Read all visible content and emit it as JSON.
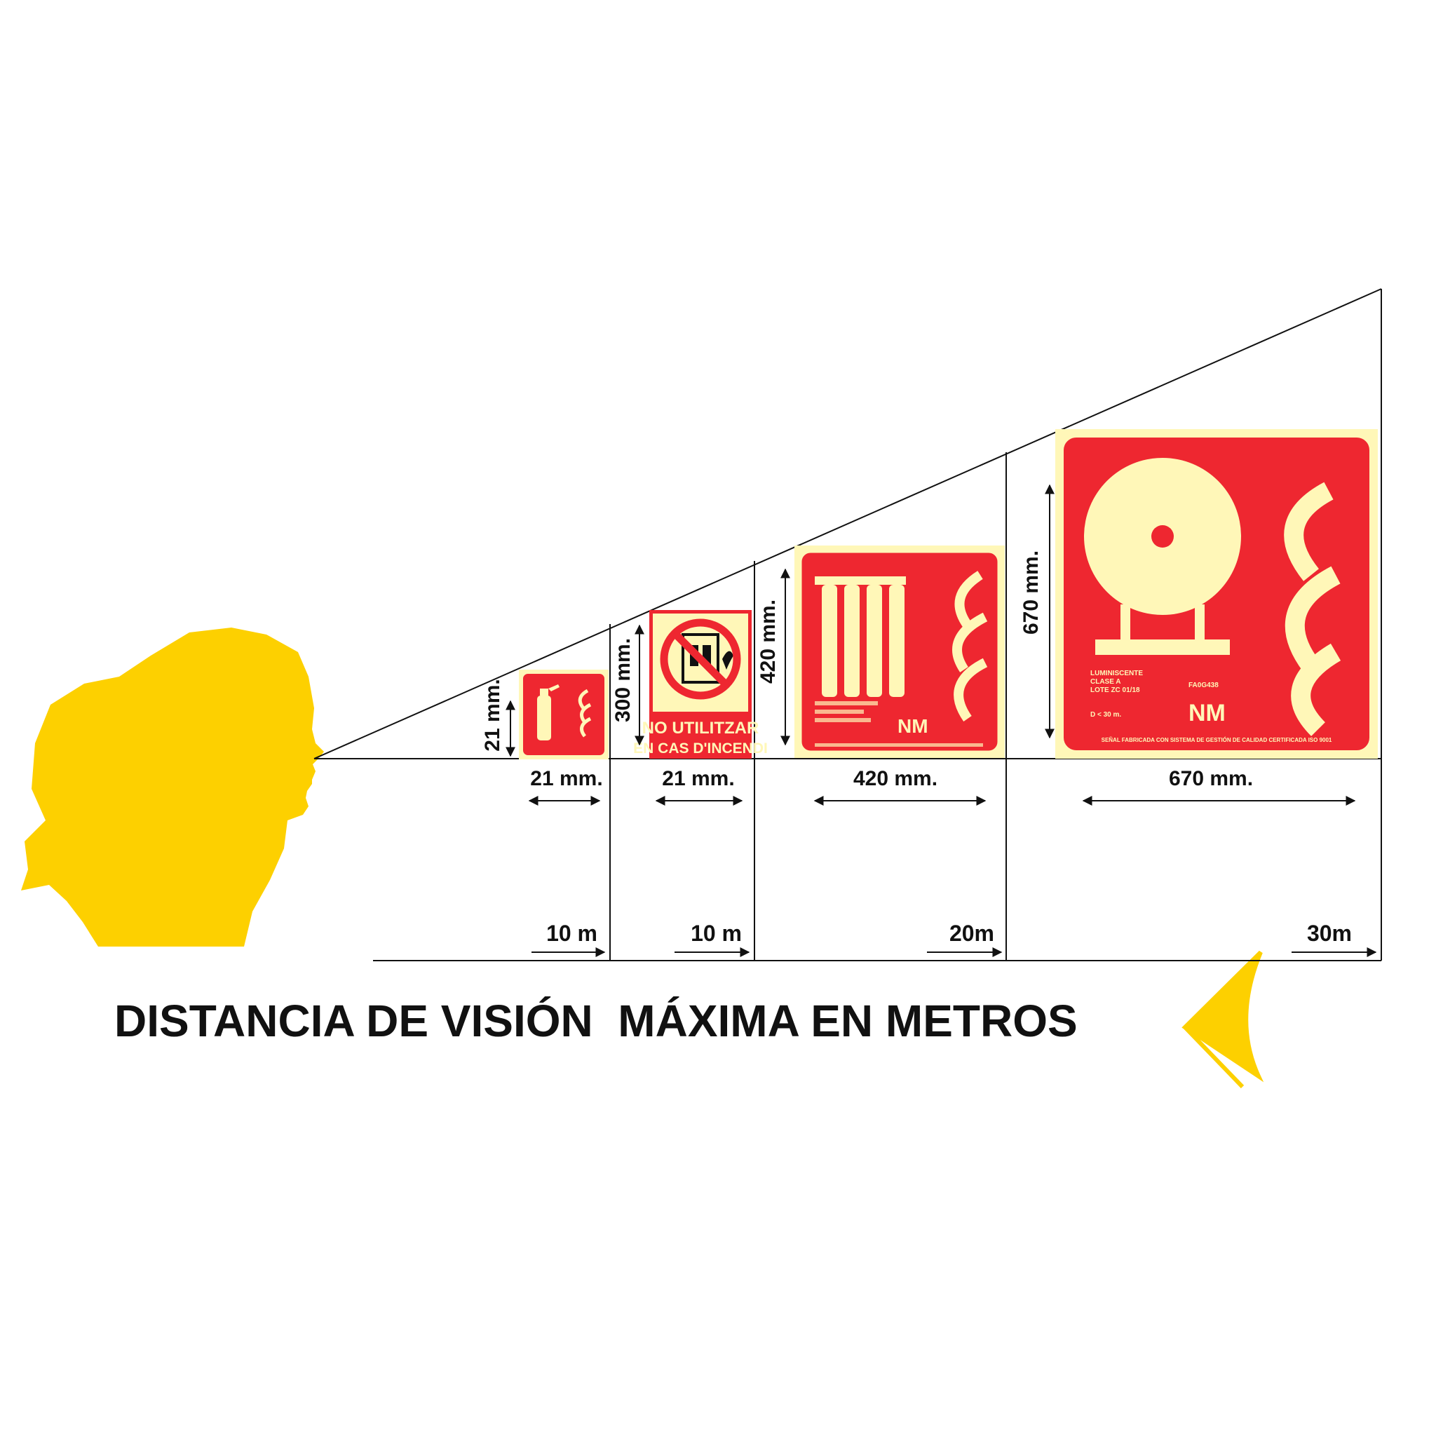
{
  "colors": {
    "silhouette": "#FDD000",
    "sign_red": "#EE2730",
    "luminescent": "#FFF7B8",
    "line": "#111111"
  },
  "title": "DISTANCIA DE VISIÓN  MÁXIMA EN METROS",
  "signs": [
    {
      "icon": "fire-extinguisher-icon",
      "height_label": "21 mm.",
      "width_label": "21 mm.",
      "distance_label": "10 m",
      "fine_print": []
    },
    {
      "icon": "no-elevator-icon",
      "height_label": "300 mm.",
      "width_label": "21 mm.",
      "distance_label": "10 m",
      "caption_line1": "NO UTILITZAR",
      "caption_line2": "EN CAS D'INCENDI",
      "fine_print": []
    },
    {
      "icon": "extinguishing-cylinders-icon",
      "height_label": "420 mm.",
      "width_label": "420 mm.",
      "distance_label": "20m",
      "fine_print": []
    },
    {
      "icon": "fire-hose-reel-icon",
      "height_label": "670 mm.",
      "width_label": "670 mm.",
      "distance_label": "30m",
      "fine_print": [
        "LUMINISCENTE",
        "CLASE A",
        "LOTE ZC 01/18",
        "FA0G438",
        "D < 30 m.",
        "SEÑAL FABRICADA CON SISTEMA DE GESTIÓN DE CALIDAD CERTIFICADA ISO 9001"
      ]
    }
  ]
}
